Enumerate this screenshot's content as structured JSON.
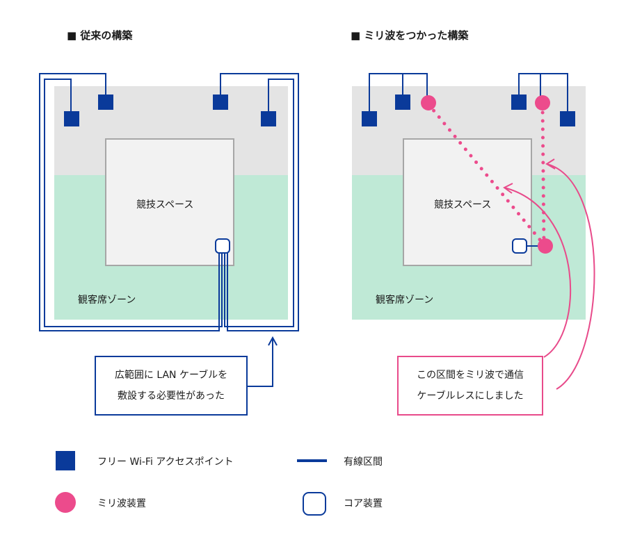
{
  "headings": {
    "left": "■ 従来の構築",
    "right": "■ ミリ波をつかった構築"
  },
  "zones": {
    "competition_space": "競技スペース",
    "audience_zone": "観客席ゾーン"
  },
  "callouts": {
    "left_line1": "広範囲に LAN ケーブルを",
    "left_line2": "敷設する必要性があった",
    "right_line1": "この区間をミリ波で通信",
    "right_line2": "ケーブルレスにしました"
  },
  "legend": {
    "wifi": "フリー Wi-Fi アクセスポイント",
    "wired": "有線区間",
    "mmwave": "ミリ波装置",
    "core": "コア装置"
  },
  "colors": {
    "wifi_ap": "#0a3a9a",
    "wired": "#0a3a9a",
    "mmwave": "#ec4b8c",
    "gray_zone": "#e4e4e4",
    "green_zone": "#bfe9d6",
    "competition_fill": "#f2f2f2"
  }
}
